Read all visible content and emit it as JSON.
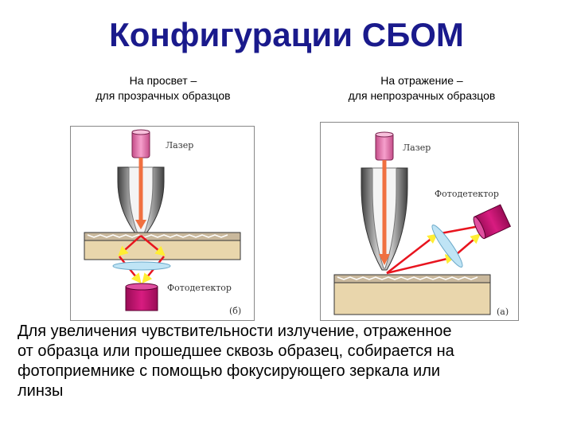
{
  "title": "Конфигурации СБОМ",
  "left": {
    "caption_line1": "На просвет –",
    "caption_line2": "для прозрачных образцов",
    "laser_label": "Лазер",
    "detector_label": "Фотодетектор",
    "figure_label": "(б)"
  },
  "right": {
    "caption_line1": "На отражение –",
    "caption_line2": "для непрозрачных образцов",
    "laser_label": "Лазер",
    "detector_label": "Фотодетектор",
    "figure_label": "(а)"
  },
  "body_lines": [
    "Для увеличения чувствительности излучение, отраженное",
    "от образца или прошедшее сквозь образец, собирается на",
    "фотоприемнике с помощью фокусирующего зеркала или",
    "линзы"
  ],
  "colors": {
    "title": "#1a1a8c",
    "laser": "#e66aa8",
    "detector": "#c0106e",
    "beam": "#f07040",
    "lens": "#bfe4f5",
    "sample": "#e9d6ac",
    "arrow_head": "#ffee33",
    "red_arrow": "#e8141e"
  }
}
